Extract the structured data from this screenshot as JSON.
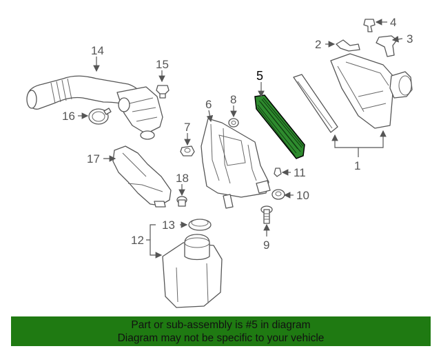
{
  "callouts": {
    "n1": "1",
    "n2": "2",
    "n3": "3",
    "n4": "4",
    "n5": "5",
    "n6": "6",
    "n7": "7",
    "n8": "8",
    "n9": "9",
    "n10": "10",
    "n11": "11",
    "n12": "12",
    "n13": "13",
    "n14": "14",
    "n15": "15",
    "n16": "16",
    "n17": "17",
    "n18": "18"
  },
  "highlight": {
    "part_number": "5",
    "color": "#2e8b2e"
  },
  "banner": {
    "line1": "Part or sub-assembly is #5 in diagram",
    "line2": "Diagram may not be specific to your vehicle",
    "background": "#1f7a12"
  }
}
